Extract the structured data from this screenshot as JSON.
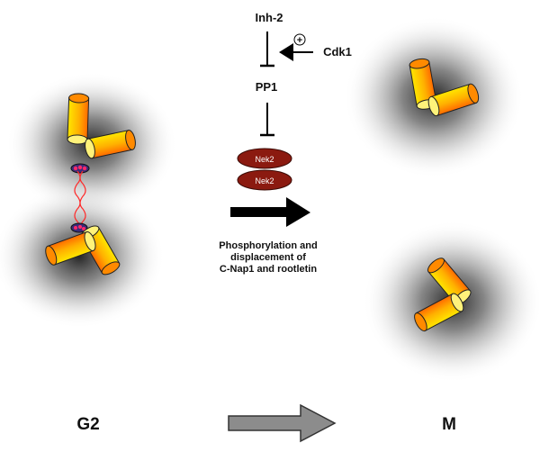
{
  "pathway": {
    "inh2": "Inh-2",
    "plus": "+",
    "cdk1": "Cdk1",
    "pp1": "PP1",
    "nek2_top": "Nek2",
    "nek2_bottom": "Nek2",
    "caption_lines": [
      "Phosphorylation and",
      "displacement of",
      "C-Nap1 and rootletin"
    ]
  },
  "phases": {
    "left": "G2",
    "right": "M"
  },
  "colors": {
    "centriole_light": "#ffe000",
    "centriole_dark": "#ff6a00",
    "nek2": "#8b1a10",
    "linker": "#ff2a2a",
    "phase_arrow": "#8c8c8c"
  }
}
